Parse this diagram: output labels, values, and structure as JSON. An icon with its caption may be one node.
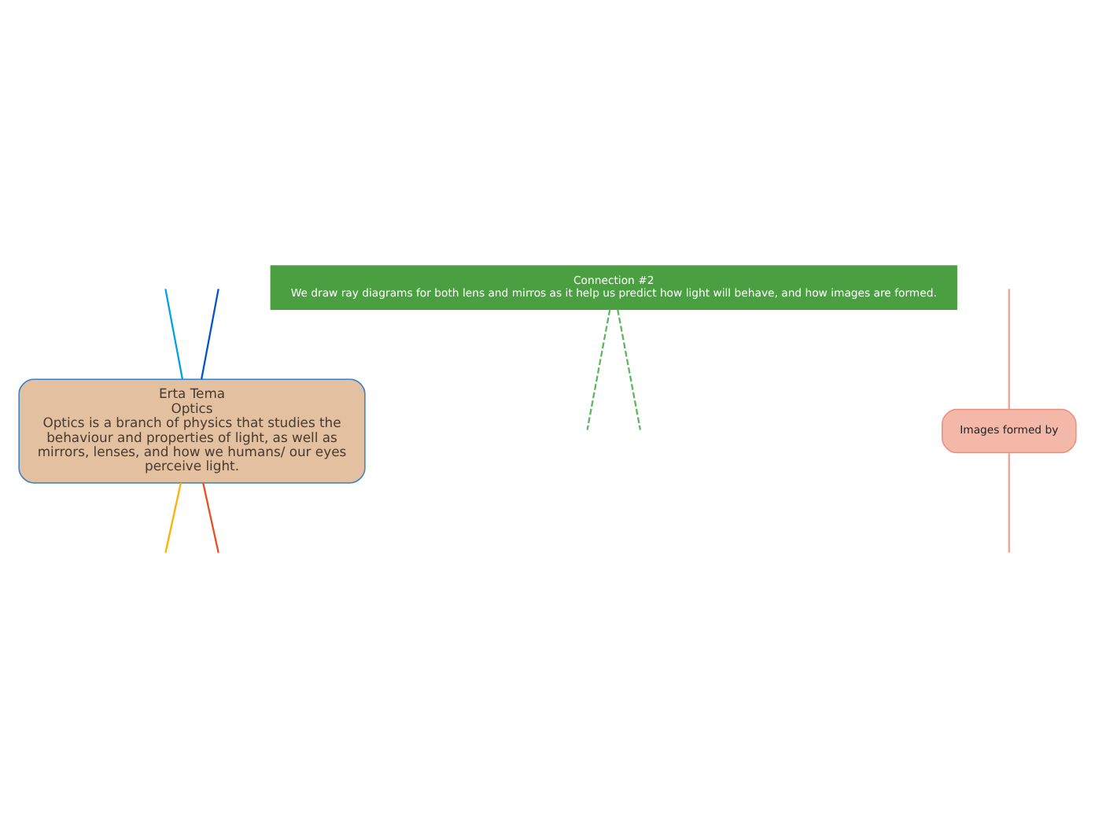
{
  "diagram": {
    "nodes": [
      {
        "text": [
          "Erta Tema",
          "Optics",
          "Optics is a branch of physics that studies the behaviour and properties of light, as well as mirrors, lenses, and how we humans/ our eyes perceive light."
        ]
      },
      {
        "text": [
          "Connection #2",
          "We draw ray diagrams for both lens and mirros as it help us predict how light will behave, and how images are formed."
        ]
      },
      {
        "text": [
          "Images formed by"
        ]
      }
    ],
    "edges": [
      {
        "from": null,
        "to": 0,
        "arrow": "none",
        "color": "#00a0e6"
      },
      {
        "from": null,
        "to": 0,
        "arrow": "none",
        "color": "#0055cc"
      },
      {
        "from": 0,
        "to": null,
        "arrow": "none",
        "color": "#ffb000"
      },
      {
        "from": 0,
        "to": null,
        "arrow": "none",
        "color": "#e8501e"
      },
      {
        "from": 1,
        "to": null,
        "arrow": "none",
        "style": "dashed",
        "color": "#5cb85c"
      },
      {
        "from": 1,
        "to": null,
        "arrow": "none",
        "style": "dashed",
        "color": "#5cb85c"
      },
      {
        "from": null,
        "to": 2,
        "arrow": "none",
        "color": "#f0a090"
      },
      {
        "from": 2,
        "to": null,
        "arrow": "none",
        "color": "#f0a090"
      }
    ]
  }
}
